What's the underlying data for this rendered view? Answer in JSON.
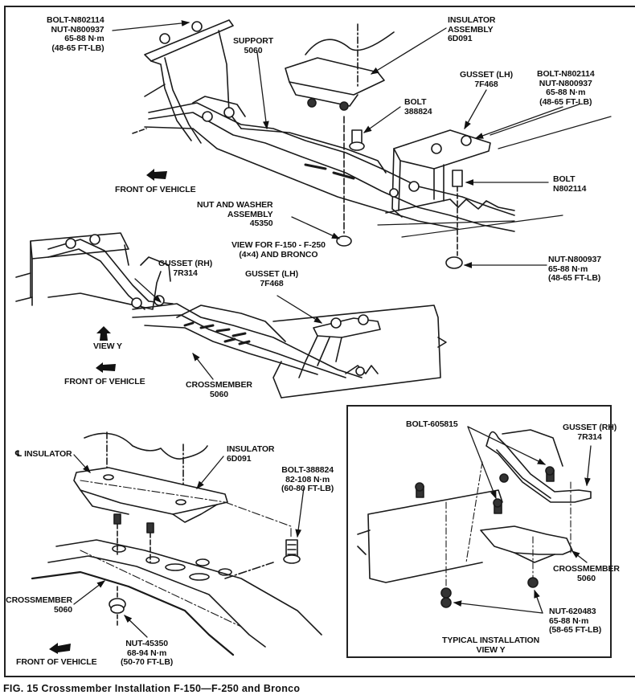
{
  "figure": {
    "caption": "FIG. 15 Crossmember Installation F-150—F-250 and Bronco"
  },
  "top_view": {
    "title_lines": [
      "VIEW FOR F-150 - F-250",
      "(4×4) AND BRONCO"
    ],
    "callouts": {
      "bolt_nut_left": [
        "BOLT-N802114",
        "NUT-N800937",
        "65-88 N·m",
        "(48-65 FT-LB)"
      ],
      "support": [
        "SUPPORT",
        "5060"
      ],
      "insulator_assembly": [
        "INSULATOR",
        "ASSEMBLY",
        "6D091"
      ],
      "bolt_388824": [
        "BOLT",
        "388824"
      ],
      "gusset_lh": [
        "GUSSET (LH)",
        "7F468"
      ],
      "bolt_nut_right": [
        "BOLT-N802114",
        "NUT-N800937",
        "65-88 N·m",
        "(48-65 FT-LB)"
      ],
      "bolt_n802114": [
        "BOLT",
        "N802114"
      ],
      "nut_washer": [
        "NUT AND WASHER",
        "ASSEMBLY",
        "45350"
      ],
      "nut_n800937": [
        "NUT-N800937",
        "65-88 N·m",
        "(48-65 FT-LB)"
      ],
      "front_of_vehicle": "FRONT OF VEHICLE"
    }
  },
  "middle_view": {
    "callouts": {
      "gusset_rh": [
        "GUSSET (RH)",
        "7R314"
      ],
      "gusset_lh": [
        "GUSSET (LH)",
        "7F468"
      ],
      "view_y": "VIEW Y",
      "front_of_vehicle": "FRONT OF VEHICLE",
      "crossmember": [
        "CROSSMEMBER",
        "5060"
      ]
    }
  },
  "bottom_left_view": {
    "callouts": {
      "cl_insulator": "℄ INSULATOR",
      "insulator": [
        "INSULATOR",
        "6D091"
      ],
      "bolt_388824": [
        "BOLT-388824",
        "82-108 N·m",
        "(60-80 FT-LB)"
      ],
      "crossmember": [
        "CROSSMEMBER",
        "5060"
      ],
      "nut_45350": [
        "NUT-45350",
        "68-94 N·m",
        "(50-70 FT-LB)"
      ],
      "front_of_vehicle": "FRONT OF VEHICLE"
    }
  },
  "inset_view": {
    "title_lines": [
      "TYPICAL INSTALLATION",
      "VIEW Y"
    ],
    "callouts": {
      "bolt_605815": "BOLT-605815",
      "gusset_rh": [
        "GUSSET (RH)",
        "7R314"
      ],
      "crossmember": [
        "CROSSMEMBER",
        "5060"
      ],
      "nut_620483": [
        "NUT-620483",
        "65-88 N·m",
        "(58-65 FT-LB)"
      ]
    }
  }
}
